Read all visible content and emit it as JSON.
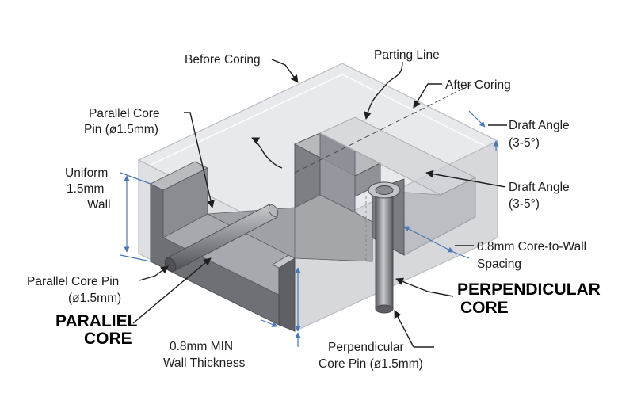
{
  "labels": {
    "before_coring": "Before Coring",
    "parting_line": "Parting Line",
    "after_coring": "After Coring",
    "parallel_core_pin_top_1": "Parallel Core",
    "parallel_core_pin_top_2": "Pin (ø1.5mm)",
    "draft_angle_top_1": "Draft Angle",
    "draft_angle_top_2": "(3-5°)",
    "uniform_wall_1": "Uniform",
    "uniform_wall_2": "1.5mm",
    "uniform_wall_3": "Wall",
    "draft_angle_mid_1": "Draft Angle",
    "draft_angle_mid_2": "(3-5°)",
    "spacing_1": "0.8mm Core-to-Wall",
    "spacing_2": "Spacing",
    "parallel_core_pin_left_1": "Parallel Core Pin",
    "parallel_core_pin_left_2": "(ø1.5mm)",
    "perpendicular_core_1": "PERPENDICULAR",
    "perpendicular_core_2": "CORE",
    "parallel_core_1": "PARALIEL",
    "parallel_core_2": "CORE",
    "min_wall_1": "0.8mm MIN",
    "min_wall_2": "Wall Thickness",
    "perp_core_pin_1": "Perpendicular",
    "perp_core_pin_2": "Core Pin (ø1.5mm)"
  },
  "colors": {
    "ghost_block": "#dcdee2",
    "part_dark": "#6e7076",
    "part_mid": "#9a9ca2",
    "part_light": "#c4c6ca",
    "dimension_line": "#4a78b5",
    "leader_line": "#1e1e1e"
  }
}
